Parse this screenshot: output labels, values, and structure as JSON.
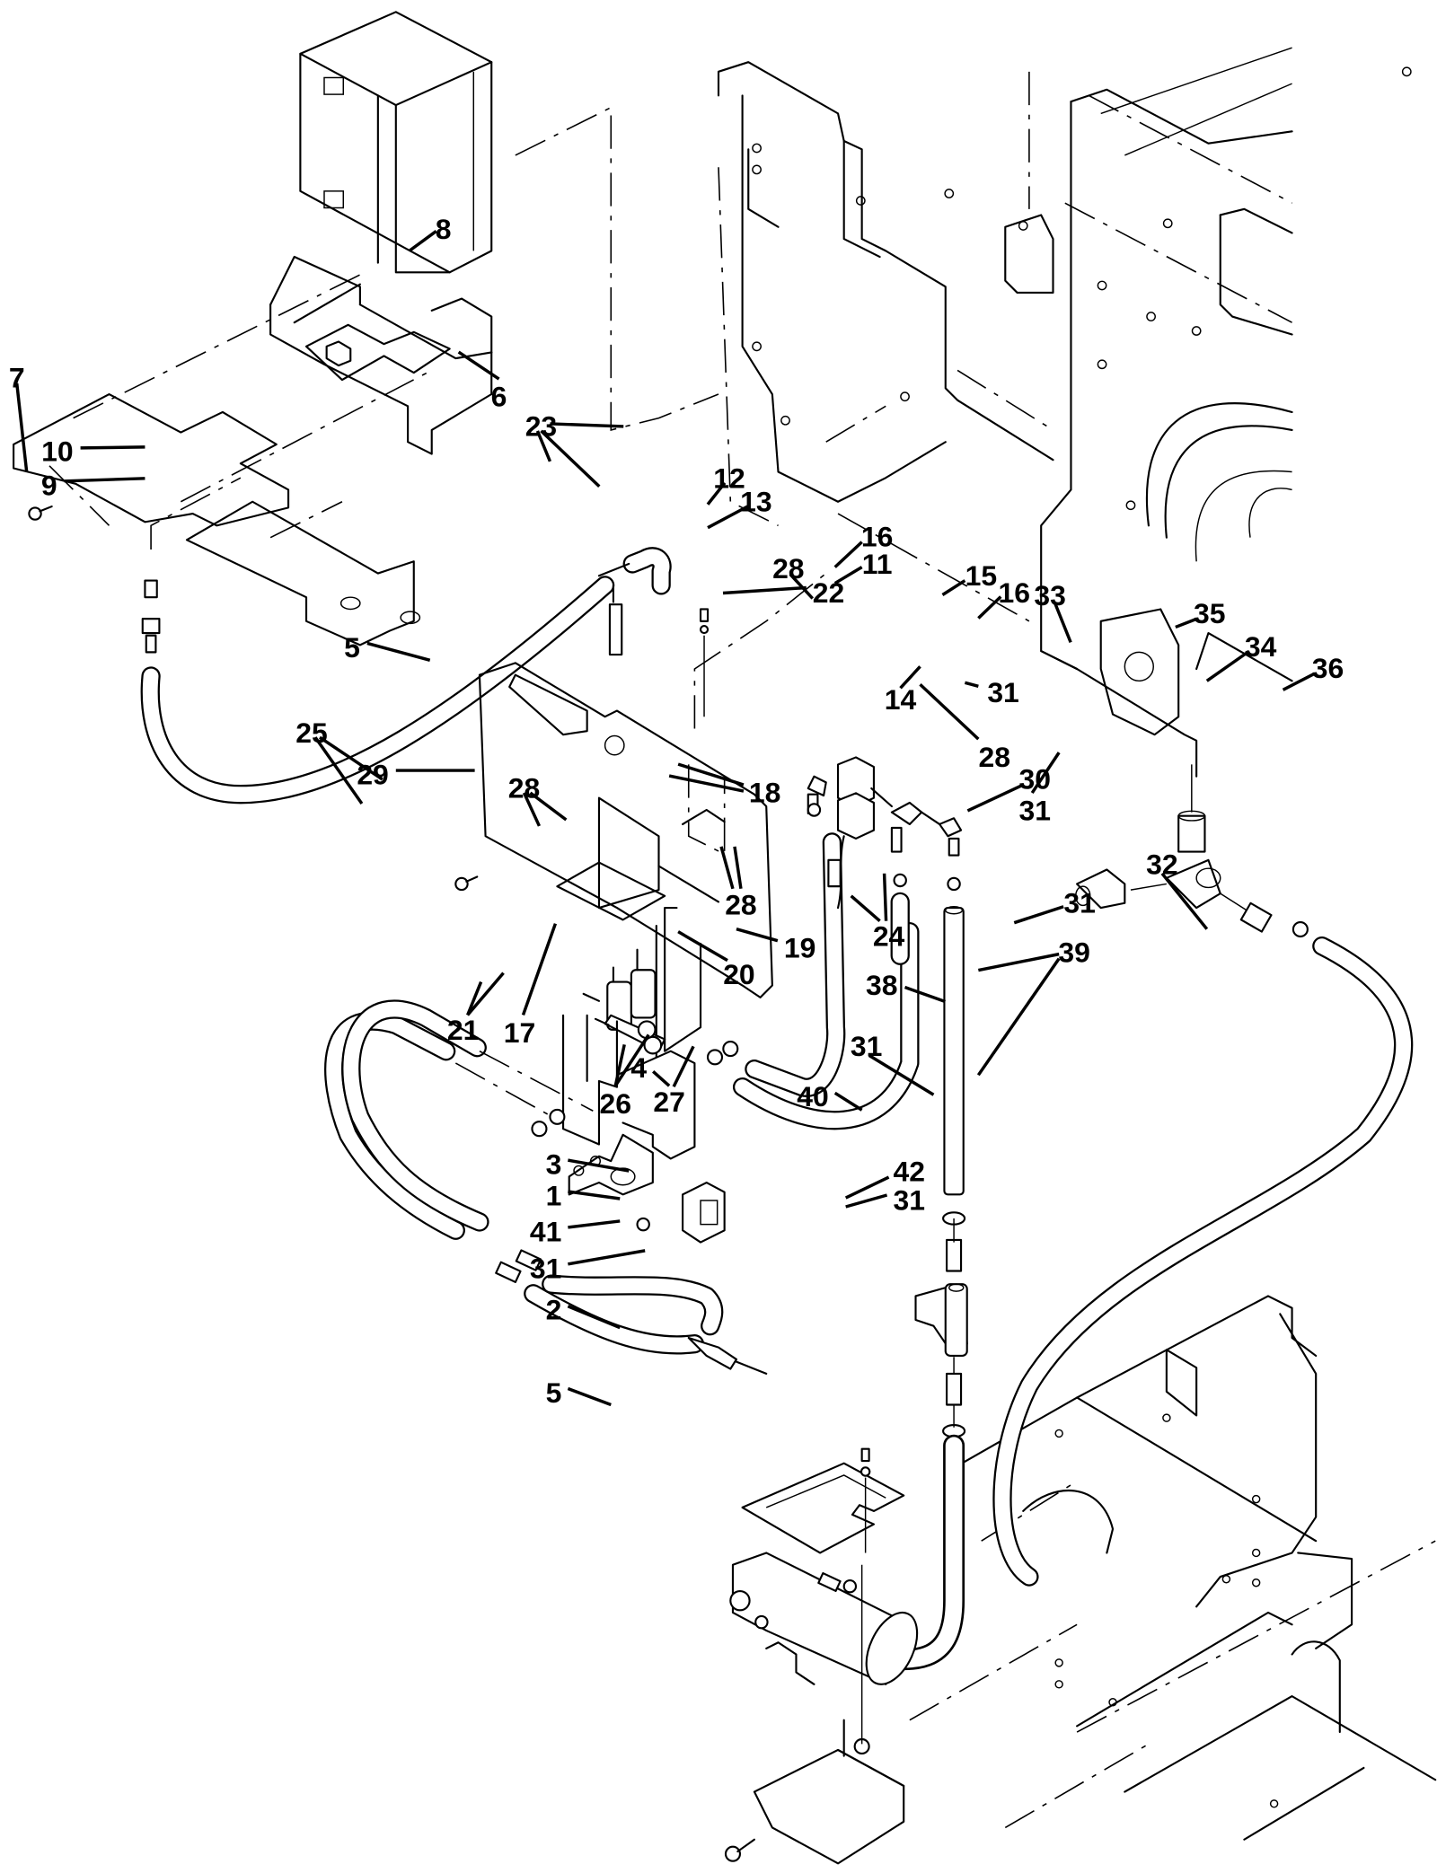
{
  "figure": {
    "type": "exploded parts diagram",
    "subject": "washer fluid reservoir, pumps, hoses and fittings assembly"
  },
  "callouts": [
    {
      "label": "1",
      "part": "reservoir-tank"
    },
    {
      "label": "2",
      "part": "tank-bracket-lower"
    },
    {
      "label": "3",
      "part": "tank-mounting-plate"
    },
    {
      "label": "4",
      "part": "screw"
    },
    {
      "label": "5",
      "part": "bolt"
    },
    {
      "label": "5",
      "part": "bolt"
    },
    {
      "label": "6",
      "part": "battery-tray"
    },
    {
      "label": "7",
      "part": "bolt"
    },
    {
      "label": "8",
      "part": "nut"
    },
    {
      "label": "9",
      "part": "fitting"
    },
    {
      "label": "10",
      "part": "fitting"
    },
    {
      "label": "11",
      "part": "valve"
    },
    {
      "label": "12",
      "part": "screw"
    },
    {
      "label": "13",
      "part": "washer"
    },
    {
      "label": "14",
      "part": "connector"
    },
    {
      "label": "15",
      "part": "elbow"
    },
    {
      "label": "16",
      "part": "elbow"
    },
    {
      "label": "16",
      "part": "elbow"
    },
    {
      "label": "17",
      "part": "pump-bracket"
    },
    {
      "label": "18",
      "part": "pump"
    },
    {
      "label": "19",
      "part": "relay"
    },
    {
      "label": "20",
      "part": "screw"
    },
    {
      "label": "21",
      "part": "connector"
    },
    {
      "label": "22",
      "part": "tee"
    },
    {
      "label": "23",
      "part": "hose"
    },
    {
      "label": "24",
      "part": "hose"
    },
    {
      "label": "25",
      "part": "hose"
    },
    {
      "label": "26",
      "part": "hose"
    },
    {
      "label": "27",
      "part": "tee"
    },
    {
      "label": "28",
      "part": "clamp"
    },
    {
      "label": "28",
      "part": "clamp"
    },
    {
      "label": "28",
      "part": "clamp"
    },
    {
      "label": "28",
      "part": "clamp"
    },
    {
      "label": "29",
      "part": "panel"
    },
    {
      "label": "30",
      "part": "hose"
    },
    {
      "label": "31",
      "part": "clamp"
    },
    {
      "label": "31",
      "part": "clamp"
    },
    {
      "label": "31",
      "part": "clamp"
    },
    {
      "label": "31",
      "part": "clamp"
    },
    {
      "label": "31",
      "part": "clamp"
    },
    {
      "label": "31",
      "part": "clamp"
    },
    {
      "label": "32",
      "part": "hose"
    },
    {
      "label": "33",
      "part": "elbow"
    },
    {
      "label": "34",
      "part": "tee"
    },
    {
      "label": "35",
      "part": "adapter"
    },
    {
      "label": "36",
      "part": "connector"
    },
    {
      "label": "38",
      "part": "check-valve"
    },
    {
      "label": "39",
      "part": "connector"
    },
    {
      "label": "40",
      "part": "washer"
    },
    {
      "label": "41",
      "part": "fitting"
    },
    {
      "label": "42",
      "part": "fitting"
    }
  ]
}
